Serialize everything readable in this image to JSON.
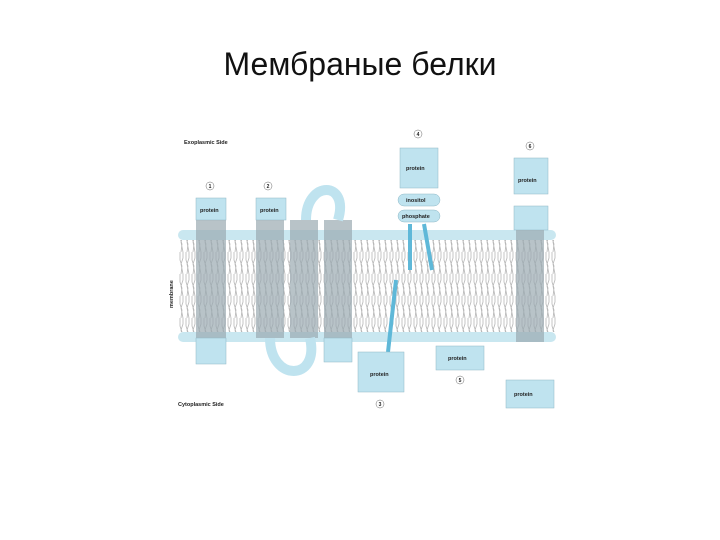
{
  "title": "Мембраные белки",
  "diagram": {
    "exoplasmic_side": "Exoplasmic Side",
    "cytoplasmic_side": "Cytoplasmic Side",
    "membrane_label": "membrane",
    "protein_label": "protein",
    "inositol_label": "inositol",
    "phosphate_label": "phosphate",
    "numbers": [
      "1",
      "2",
      "3",
      "4",
      "5",
      "6"
    ],
    "colors": {
      "protein": "#bfe3ef",
      "helix": "#9aa9b0",
      "lipid_head": "#c9e7f0",
      "lipid_tail": "#b7b7b7",
      "anchor": "#5fb8d8"
    }
  }
}
